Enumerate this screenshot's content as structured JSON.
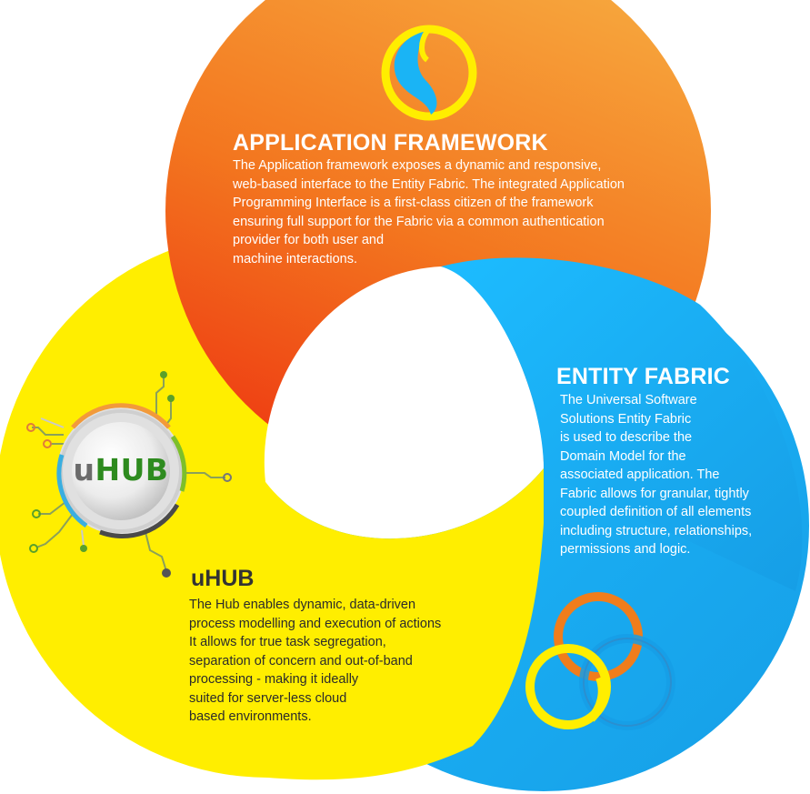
{
  "application_framework": {
    "title": "APPLICATION FRAMEWORK",
    "body": "The Application framework exposes a dynamic and responsive,\nweb-based interface to the Entity Fabric. The integrated Application\nProgramming Interface is a first-class citizen of the framework\nensuring full support for the Fabric via a common authentication\nprovider for both user and\nmachine interactions.",
    "color": "#f07d1c"
  },
  "entity_fabric": {
    "title": "ENTITY FABRIC",
    "body": "The Universal Software\nSolutions Entity Fabric\nis used to describe the\nDomain Model for the\nassociated application. The\nFabric allows for granular, tightly\ncoupled definition of all elements\nincluding structure, relationships,\npermissions and logic.",
    "color": "#1ab4f5"
  },
  "uhub": {
    "title": "uHUB",
    "body": "The Hub enables dynamic, data-driven\nprocess modelling and execution of actions\nIt allows for true task segregation,\nseparation of concern and out-of-band\nprocessing - making it ideally\nsuited for server-less cloud\nbased environments.",
    "color": "#ffee00",
    "logo_u": "u",
    "logo_hub": "HUB"
  },
  "icons": {
    "framework": "swirl-logo-icon",
    "fabric": "interlocking-rings-icon",
    "hub": "circuit-hub-icon"
  }
}
